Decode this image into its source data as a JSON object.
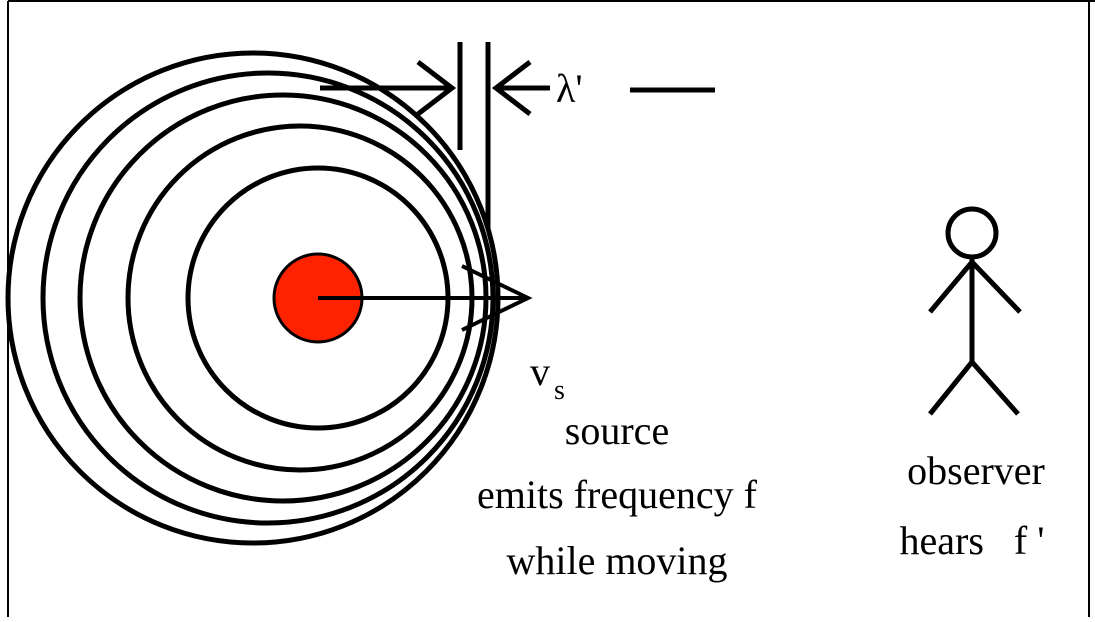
{
  "wavelength_label": "λ'",
  "velocity": {
    "symbol": "v",
    "subscript": "s"
  },
  "source": {
    "title": "source",
    "line1": "emits frequency f",
    "line2": "while moving"
  },
  "observer": {
    "title": "observer",
    "line1": "hears   f '"
  },
  "colors": {
    "source_dot": "#ff2200",
    "stroke": "#000000",
    "background": "#ffffff"
  }
}
